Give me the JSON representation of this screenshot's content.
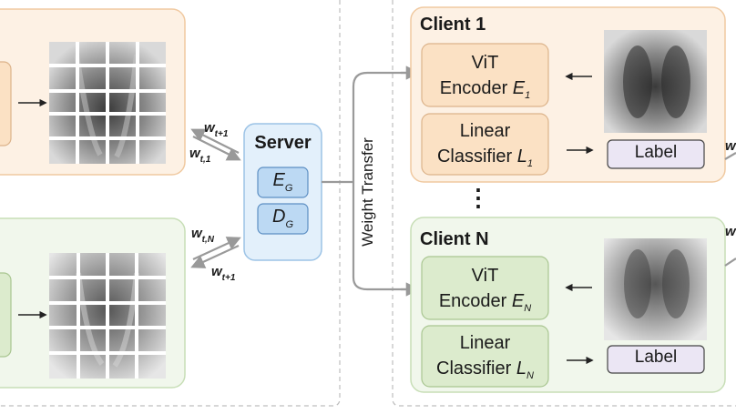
{
  "server": {
    "label": "Server",
    "global_encoder": {
      "letter": "E",
      "sub": "G"
    },
    "global_decoder": {
      "letter": "D",
      "sub": "G"
    }
  },
  "weight_transfer": "Weight Transfer",
  "weights_top": {
    "upload": {
      "base": "w",
      "sub": "t+1"
    },
    "download": {
      "base": "w",
      "sub": "t,1"
    }
  },
  "weights_bottom": {
    "upload": {
      "base": "w",
      "sub": "t,N"
    },
    "download": {
      "base": "w",
      "sub": "t+1"
    }
  },
  "client1": {
    "title": "Client 1",
    "encoder": {
      "line1": "ViT",
      "line2": "Encoder",
      "letter": "E",
      "sub": "1"
    },
    "classifier": {
      "line1": "Linear",
      "line2": "Classifier",
      "letter": "L",
      "sub": "1"
    },
    "label": "Label"
  },
  "clientN": {
    "title": "Client N",
    "encoder": {
      "line1": "ViT",
      "line2": "Encoder",
      "letter": "E",
      "sub": "N"
    },
    "classifier": {
      "line1": "Linear",
      "line2": "Classifier",
      "letter": "L",
      "sub": "N"
    },
    "label": "Label"
  },
  "ellipsis": "⋮",
  "right_edge": {
    "top": "w",
    "bottom": "w"
  },
  "colors": {
    "orange_fill": "#fdf1e4",
    "orange_stroke": "#f0c9a0",
    "orange_block": "#fbe1c4",
    "orange_block_stroke": "#dcb38a",
    "green_fill": "#f1f7ec",
    "green_stroke": "#c7deb6",
    "green_block": "#dcebcd",
    "green_block_stroke": "#a9c691",
    "server_fill": "#e3f0fb",
    "server_stroke": "#9cc3e6",
    "server_block": "#bcd9f3",
    "server_block_stroke": "#5d8fc3",
    "label_fill": "#ebe6f4",
    "label_stroke": "#444444"
  }
}
